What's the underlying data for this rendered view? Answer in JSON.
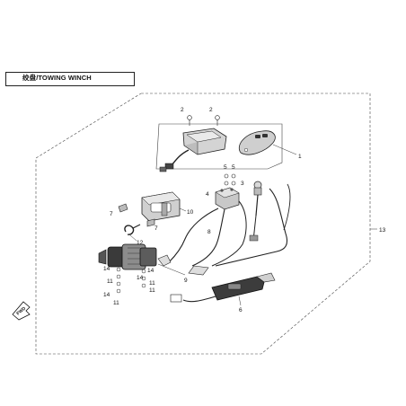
{
  "header": {
    "title": "绞盘/TOWING WINCH"
  },
  "orientation_arrow": {
    "label": "FWD"
  },
  "callouts": [
    {
      "id": "c1",
      "text": "1"
    },
    {
      "id": "c2a",
      "text": "2"
    },
    {
      "id": "c2b",
      "text": "2"
    },
    {
      "id": "c3",
      "text": "3"
    },
    {
      "id": "c4",
      "text": "4"
    },
    {
      "id": "c5a",
      "text": "5"
    },
    {
      "id": "c5b",
      "text": "5"
    },
    {
      "id": "c6",
      "text": "6"
    },
    {
      "id": "c7a",
      "text": "7"
    },
    {
      "id": "c7b",
      "text": "7"
    },
    {
      "id": "c8",
      "text": "8"
    },
    {
      "id": "c9",
      "text": "9"
    },
    {
      "id": "c10",
      "text": "10"
    },
    {
      "id": "c11a",
      "text": "11"
    },
    {
      "id": "c11b",
      "text": "11"
    },
    {
      "id": "c11c",
      "text": "11"
    },
    {
      "id": "c11d",
      "text": "11"
    },
    {
      "id": "c12",
      "text": "12"
    },
    {
      "id": "c13",
      "text": "13"
    },
    {
      "id": "c14a",
      "text": "14"
    },
    {
      "id": "c14b",
      "text": "14"
    },
    {
      "id": "c14c",
      "text": "14"
    },
    {
      "id": "c14d",
      "text": "14"
    }
  ]
}
